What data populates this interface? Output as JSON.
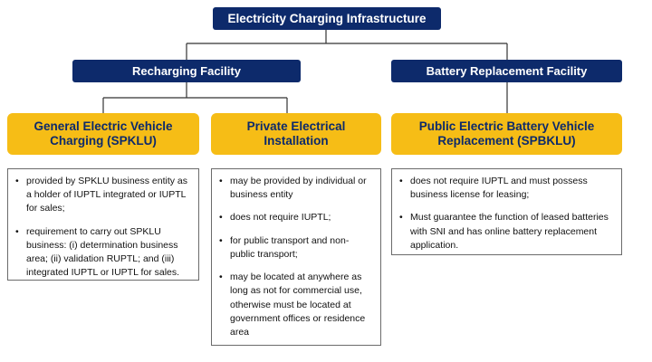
{
  "root": {
    "title": "Electricity Charging Infrastructure"
  },
  "categories": [
    {
      "title": "Recharging Facility"
    },
    {
      "title": "Battery Replacement Facility"
    }
  ],
  "sub_nodes": [
    {
      "title_line1": "General Electric Vehicle",
      "title_line2": "Charging (SPKLU)"
    },
    {
      "title_line1": "Private Electrical",
      "title_line2": "Installation"
    },
    {
      "title_line1": "Public Electric Battery Vehicle",
      "title_line2": "Replacement (SPBKLU)"
    }
  ],
  "details": [
    {
      "bullets": [
        "provided by SPKLU business entity as a holder of IUPTL integrated or IUPTL for sales;",
        "requirement to carry out SPKLU business: (i) determination business area; (ii) validation RUPTL; and (iii) integrated IUPTL or IUPTL for sales."
      ]
    },
    {
      "bullets": [
        "may be provided by individual or business entity",
        "does not require IUPTL;",
        "for public transport and non-public transport;",
        "may be located at anywhere as long as not for commercial use, otherwise must be located at government offices or residence area"
      ]
    },
    {
      "bullets": [
        "does not require IUPTL and must possess business license for leasing;",
        "Must guarantee the function of leased batteries with SNI and has online battery replacement application."
      ]
    }
  ],
  "colors": {
    "navy": "#0d2a6b",
    "gold": "#f6bd16",
    "connector": "#333333",
    "box_border": "#6b6b6b"
  }
}
